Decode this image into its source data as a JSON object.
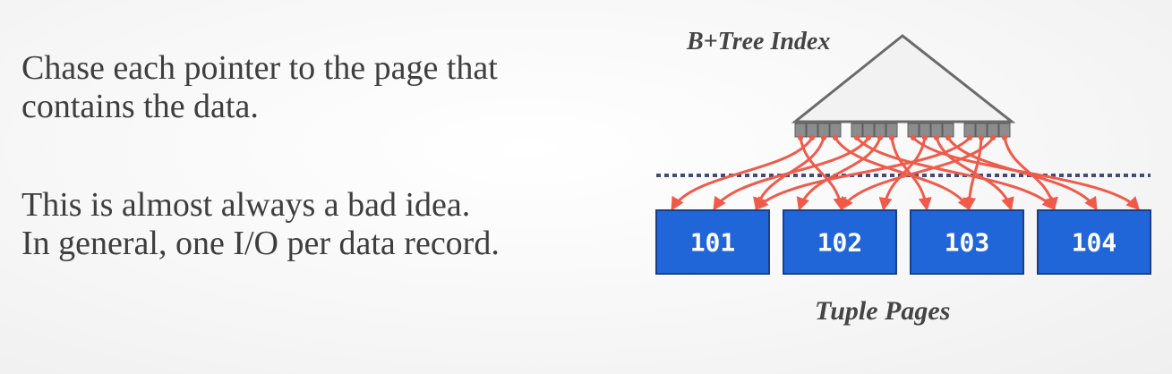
{
  "bullets": [
    {
      "lines": [
        "Chase each pointer to the page that",
        "contains the data."
      ]
    },
    {
      "lines": [
        "This is almost always a bad idea.",
        "In general, one I/O per data record."
      ]
    }
  ],
  "diagram": {
    "title": "B+Tree Index",
    "caption": "Tuple Pages",
    "pages": [
      "101",
      "102",
      "103",
      "104"
    ],
    "colors": {
      "page_fill": "#2166d9",
      "page_border": "#1b3f86",
      "pointer": "#f05a4a",
      "leaf_slot": "#8c8c8c",
      "tree_fill": "#f2f2f2",
      "tree_stroke": "#6a6a6a",
      "divider": "#444a7a"
    }
  }
}
